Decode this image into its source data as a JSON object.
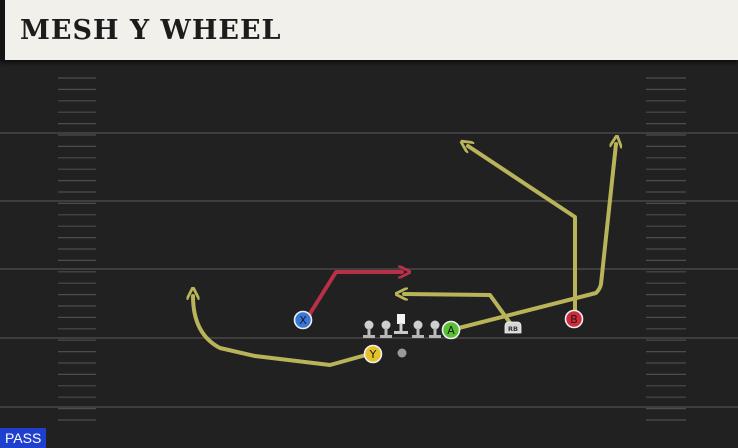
{
  "play": {
    "title": "MESH Y WHEEL",
    "play_type": "PASS"
  },
  "colors": {
    "field": "#212121",
    "yard_line": "#3e3e3e",
    "hash": "#4c4c4c",
    "route_yellow": "#b9b45a",
    "route_red": "#b82f47",
    "badge": "#1f3fcf"
  },
  "players": [
    {
      "id": "X",
      "label": "X",
      "color": "#3a78d8",
      "icon": "circle-icon"
    },
    {
      "id": "Y",
      "label": "Y",
      "color": "#e5c22a",
      "icon": "circle-icon"
    },
    {
      "id": "A",
      "label": "A",
      "color": "#59c035",
      "icon": "circle-icon"
    },
    {
      "id": "B",
      "label": "B",
      "color": "#d12a3a",
      "icon": "circle-icon"
    },
    {
      "id": "RB",
      "label": "RB",
      "color": "#d6d6d6",
      "icon": "rb-tag-icon"
    },
    {
      "id": "QB",
      "label": "",
      "color": "#9a9a9a",
      "icon": "dot-icon"
    }
  ],
  "linemen": [
    {
      "role": "lineman",
      "icon": "lineman-icon"
    },
    {
      "role": "lineman",
      "icon": "lineman-icon"
    },
    {
      "role": "center",
      "icon": "center-icon"
    },
    {
      "role": "lineman",
      "icon": "lineman-icon"
    },
    {
      "role": "lineman",
      "icon": "lineman-icon"
    }
  ],
  "routes": [
    {
      "player": "Y",
      "type": "wheel",
      "color": "#b9b45a"
    },
    {
      "player": "X",
      "type": "mesh-drag",
      "color": "#b82f47"
    },
    {
      "player": "RB",
      "type": "mesh-drag",
      "color": "#b9b45a"
    },
    {
      "player": "A",
      "type": "vertical",
      "color": "#b9b45a"
    },
    {
      "player": "B",
      "type": "post",
      "color": "#b9b45a"
    }
  ]
}
